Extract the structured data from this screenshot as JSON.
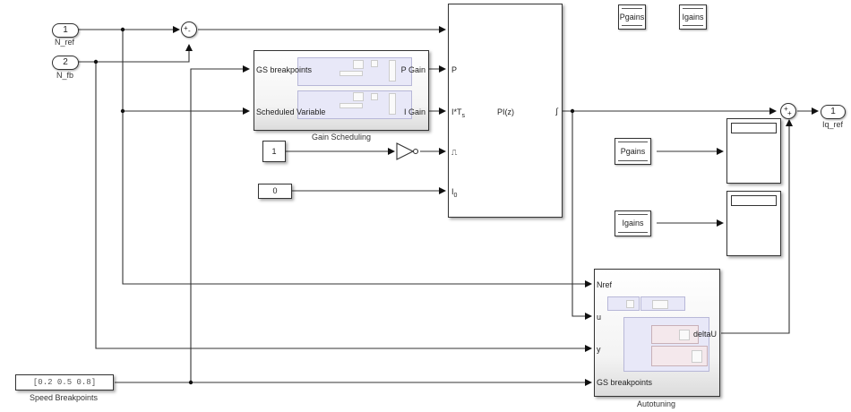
{
  "diagram": {
    "inports": [
      {
        "number": "1",
        "name": "N_ref"
      },
      {
        "number": "2",
        "name": "N_fb"
      }
    ],
    "outport": {
      "number": "1",
      "name": "Iq_ref"
    },
    "sum_ref": {
      "signs_top": "+",
      "signs_bottom": "-"
    },
    "sum_out": {
      "signs_top": "+",
      "signs_bottom": "+"
    },
    "gain_scheduling": {
      "title": "Gain Scheduling",
      "inputs": [
        "GS breakpoints",
        "Scheduled Variable"
      ],
      "outputs": [
        "P Gain",
        "I Gain"
      ]
    },
    "pi_block": {
      "title": "PI(z)",
      "inputs": [
        "P",
        "I*T",
        "s",
        "⎍",
        "I",
        "0"
      ],
      "output_symbol": "∫"
    },
    "const_one": "1",
    "const_zero": "0",
    "from_tags": [
      "Pgains",
      "Igains"
    ],
    "goto_tags": [
      "Pgains",
      "Igains"
    ],
    "autotuning": {
      "title": "Autotuning",
      "inputs": [
        "Nref",
        "u",
        "y",
        "GS breakpoints"
      ],
      "output": "deltaU"
    },
    "speed_breakpoints": {
      "value": "[0.2 0.5 0.8]",
      "label": "Speed Breakpoints"
    }
  }
}
